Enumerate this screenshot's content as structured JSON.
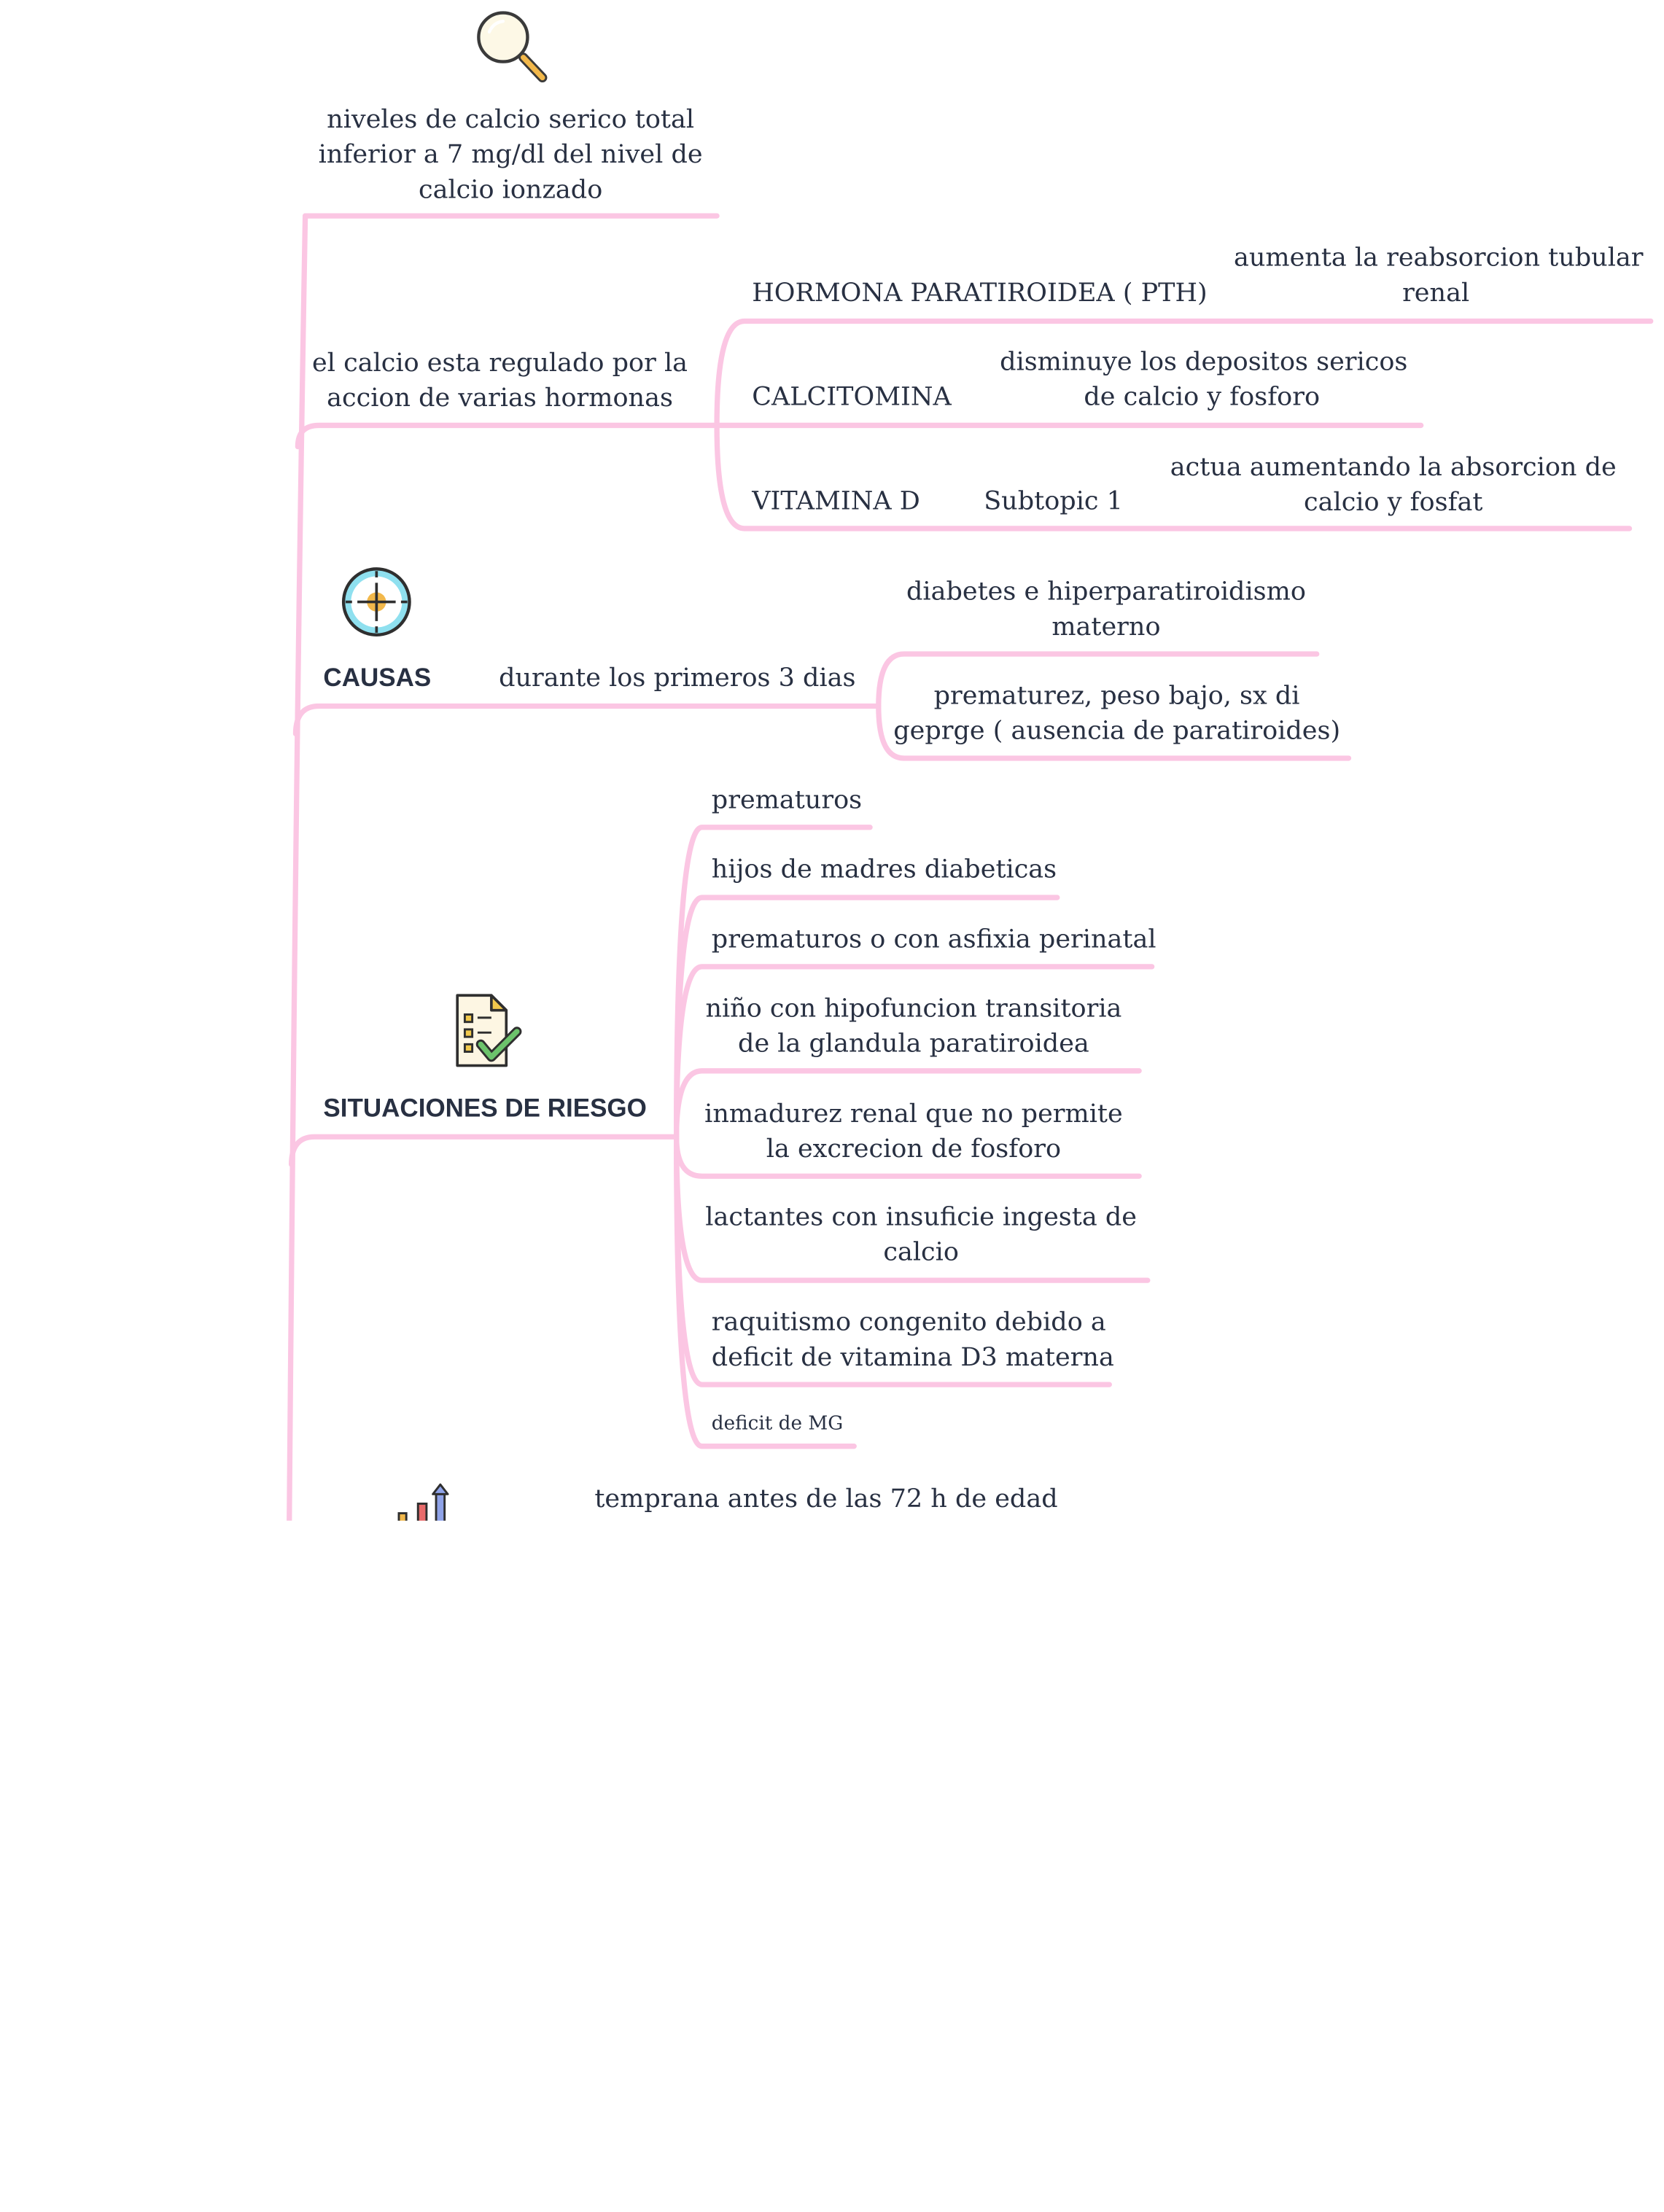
{
  "definition": {
    "icon": "magnifier-icon",
    "lines": [
      "niveles de calcio serico total",
      "inferior a 7 mg/dl  del nivel de",
      "calcio ionzado"
    ]
  },
  "regulation": {
    "lines": [
      "el calcio esta regulado por la",
      "accion de varias hormonas"
    ],
    "hormones": [
      {
        "name": "HORMONA PARATIROIDEA ( PTH)",
        "effect": [
          "aumenta la reabsorcion tubular",
          "renal"
        ]
      },
      {
        "name": "CALCITOMINA",
        "effect": [
          "disminuye los depositos sericos",
          "de calcio y fosforo"
        ]
      },
      {
        "name": "VITAMINA D",
        "subtopic": "Subtopic 1",
        "effect": [
          "actua aumentando la absorcion de",
          "calcio y fosfat"
        ]
      }
    ]
  },
  "causes": {
    "icon": "target-icon",
    "title": "CAUSAS",
    "timing": "durante los primeros 3 dias",
    "items": [
      [
        "diabetes e hiperparatiroidismo",
        "materno"
      ],
      [
        "prematurez, peso bajo, sx di",
        "geprge ( ausencia de paratiroides)"
      ]
    ]
  },
  "risk": {
    "icon": "checklist-icon",
    "title": "SITUACIONES DE RIESGO",
    "items": [
      [
        "prematuros"
      ],
      [
        "hijos de madres diabeticas"
      ],
      [
        "prematuros o con asfixia perinatal"
      ],
      [
        "niño con hipofuncion transitoria",
        "de la glandula paratiroidea"
      ],
      [
        "inmadurez renal  que no permite",
        "la excrecion de fosforo"
      ],
      [
        "lactantes con insuficie ingesta de",
        "calcio"
      ],
      [
        "raquitismo congenito debido a",
        "deficit de vitamina D3 materna"
      ],
      [
        "deficit de MG"
      ]
    ]
  },
  "onset": {
    "icon": "bar-chart-icon",
    "text": "temprana antes de las 72 h de edad"
  },
  "colors": {
    "branch": "#fbc6e3",
    "text": "#283042"
  }
}
